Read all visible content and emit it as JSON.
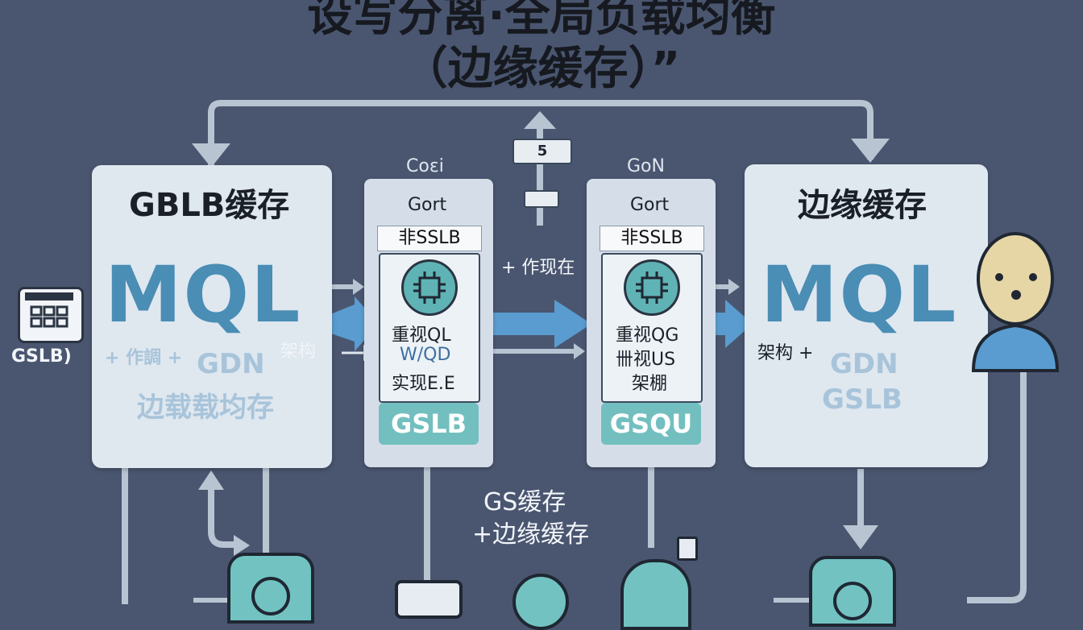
{
  "title": {
    "line1": "设写分离·全局负载均衡",
    "line2": "（边缘缓存）”"
  },
  "left_icon_label": "GSLB)",
  "left_panel": {
    "heading": "GBLB缓存",
    "logo": "MQL",
    "sub1": "+ 作調 +",
    "sub2": "GDN",
    "sub3": "边载载均存",
    "side": "架构"
  },
  "node_a": {
    "top_label": "Coεi",
    "header": "Gort",
    "tag": "非SSLB",
    "line1": "重视QL",
    "line2": "W/QD",
    "line3": "实现E.E",
    "bar": "GSLB"
  },
  "node_b": {
    "top_label": "GoN",
    "header": "Gort",
    "tag": "非SSLB",
    "line1": "重视QG",
    "line2": "卌视US",
    "line3": "架棚",
    "bar": "GSQU"
  },
  "center_top_badge": "5",
  "center_arrow_label": "+ 作现在",
  "center_bottom": {
    "line1": "GS缓存",
    "line2": "+边缘缓存"
  },
  "right_panel": {
    "heading": "边缘缓存",
    "logo": "MQL",
    "side": "架构 +",
    "sub1": "GDN",
    "sub2": "GSLB"
  },
  "colors": {
    "background": "#4a5670",
    "panel": "#dfe7ef",
    "accent_blue": "#5a9ccf",
    "teal": "#73bfc0",
    "line": "#b9c4d2"
  }
}
